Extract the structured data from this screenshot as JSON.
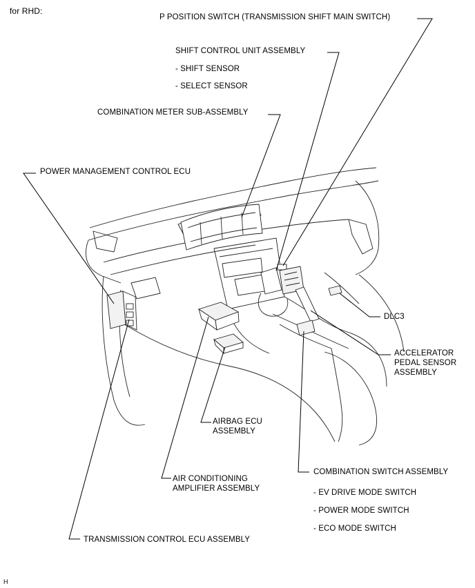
{
  "header": {
    "note": "for RHD:"
  },
  "labels": {
    "p_position_switch": "P POSITION SWITCH (TRANSMISSION SHIFT MAIN SWITCH)",
    "shift_control_unit": "SHIFT CONTROL UNIT ASSEMBLY",
    "shift_sensor": "- SHIFT SENSOR",
    "select_sensor": "- SELECT SENSOR",
    "combination_meter": "COMBINATION METER SUB-ASSEMBLY",
    "power_management_ecu": "POWER MANAGEMENT CONTROL ECU",
    "dlc3": "DLC3",
    "accelerator_line1": "ACCELERATOR",
    "accelerator_line2": "PEDAL SENSOR",
    "accelerator_line3": "ASSEMBLY",
    "airbag_line1": "AIRBAG ECU",
    "airbag_line2": "ASSEMBLY",
    "air_conditioning_line1": "AIR CONDITIONING",
    "air_conditioning_line2": "AMPLIFIER ASSEMBLY",
    "combination_switch": "COMBINATION SWITCH ASSEMBLY",
    "ev_drive_mode": "- EV DRIVE MODE SWITCH",
    "power_mode": "- POWER MODE SWITCH",
    "eco_mode": "- ECO MODE SWITCH",
    "transmission_ecu": "TRANSMISSION CONTROL ECU ASSEMBLY"
  },
  "footer": {
    "code": "H"
  }
}
